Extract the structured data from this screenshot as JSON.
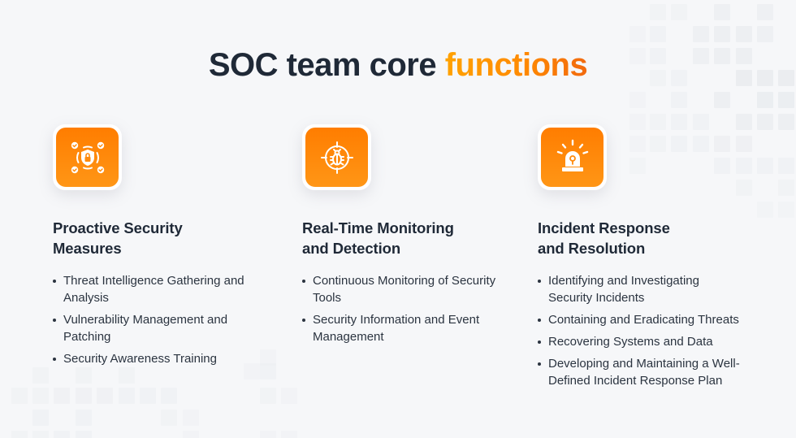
{
  "title": {
    "prefix": "SOC team core ",
    "accent": "functions"
  },
  "colors": {
    "accent_start": "#ffa200",
    "accent_end": "#f26a0f",
    "icon_bg_top": "#ff7d00",
    "icon_bg_bottom": "#ff9616",
    "text_dark": "#1f2937",
    "background": "#f6f7f9"
  },
  "columns": [
    {
      "icon": "shield-lock-icon",
      "heading_line1": "Proactive Security",
      "heading_line2": "Measures",
      "items": [
        "Threat Intelligence Gathering and Analysis",
        "Vulnerability Management and Patching",
        "Security Awareness Training"
      ]
    },
    {
      "icon": "bug-target-icon",
      "heading_line1": "Real-Time Monitoring",
      "heading_line2": "and Detection",
      "items": [
        "Continuous Monitoring of Security Tools",
        "Security Information and Event Management"
      ]
    },
    {
      "icon": "alarm-siren-icon",
      "heading_line1": "Incident Response",
      "heading_line2": "and Resolution",
      "items": [
        "Identifying and Investigating Security Incidents",
        "Containing and Eradicating Threats",
        "Recovering Systems and Data",
        "Developing and Maintaining a Well-Defined Incident Response Plan"
      ]
    }
  ]
}
